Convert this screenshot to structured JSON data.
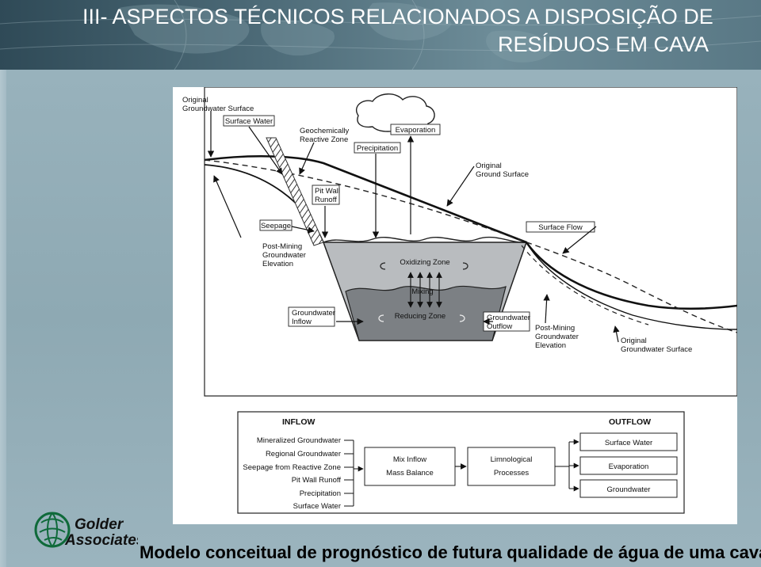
{
  "slide": {
    "title_line1": "III- ASPECTOS TÉCNICOS RELACIONADOS A DISPOSIÇÃO DE",
    "title_line2": "RESÍDUOS EM CAVA",
    "caption": "Modelo conceitual de prognóstico de futura qualidade de água de uma cava."
  },
  "logo": {
    "line1": "Golder",
    "line2": "Associates",
    "color": "#0f6a3a"
  },
  "diagram": {
    "labels": {
      "original_gw_surface_top": [
        "Original",
        "Groundwater Surface"
      ],
      "surface_water": "Surface Water",
      "geochem_zone": [
        "Geochemically",
        "Reactive Zone"
      ],
      "evaporation": "Evaporation",
      "precipitation": "Precipitation",
      "original_ground_surface": [
        "Original",
        "Ground Surface"
      ],
      "pit_wall_runoff": [
        "Pit Wall",
        "Runoff"
      ],
      "seepage": "Seepage",
      "surface_flow": "Surface Flow",
      "post_mining_left": [
        "Post-Mining",
        "Groundwater",
        "Elevation"
      ],
      "oxidizing_zone": "Oxidizing Zone",
      "mixing": "Mixing",
      "reducing_zone": "Reducing Zone",
      "groundwater_inflow": [
        "Groundwater",
        "Inflow"
      ],
      "groundwater_outflow": [
        "Groundwater",
        "Outflow"
      ],
      "post_mining_right": [
        "Post-Mining",
        "Groundwater",
        "Elevation"
      ],
      "original_gw_surface_right": [
        "Original",
        "Groundwater Surface"
      ]
    },
    "flow": {
      "inflow_title": "INFLOW",
      "outflow_title": "OUTFLOW",
      "inflows": [
        "Mineralized Groundwater",
        "Regional Groundwater",
        "Seepage from Reactive Zone",
        "Pit Wall Runoff",
        "Precipitation",
        "Surface Water"
      ],
      "mix_box": [
        "Mix Inflow",
        "Mass Balance"
      ],
      "limno_box": [
        "Limnological",
        "Processes"
      ],
      "outflows": [
        "Surface Water",
        "Evaporation",
        "Groundwater"
      ]
    }
  }
}
